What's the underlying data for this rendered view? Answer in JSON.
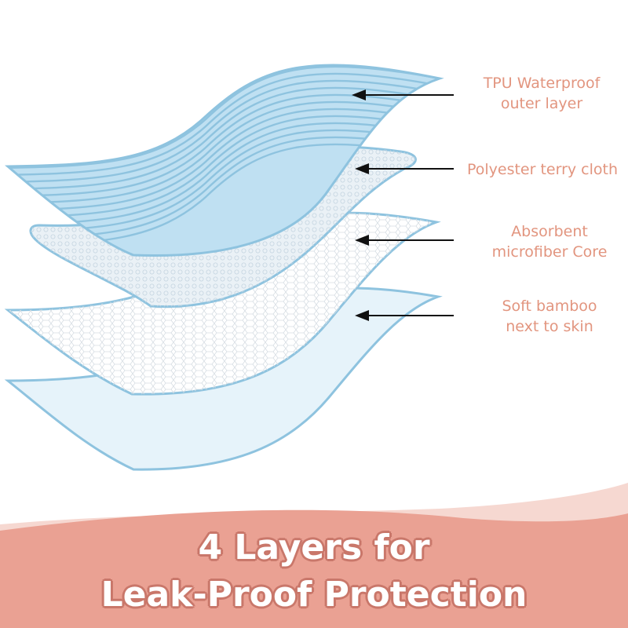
{
  "layers": [
    {
      "id": "tpu",
      "lines": [
        "TPU Waterproof",
        "outer layer"
      ]
    },
    {
      "id": "poly",
      "lines": [
        "Polyester terry cloth"
      ]
    },
    {
      "id": "core",
      "lines": [
        "Absorbent",
        "microfiber Core"
      ]
    },
    {
      "id": "bamboo",
      "lines": [
        "Soft bamboo",
        "next to skin"
      ]
    }
  ],
  "headline": {
    "line1": "4 Layers for",
    "line2": "Leak-Proof Protection"
  },
  "colors": {
    "label_text": "#e2957f",
    "banner_main": "#eaa193",
    "banner_light": "#f6d8d1",
    "layer_outline": "#8ec3df",
    "tpu_fill": "#bfe0f2",
    "bamboo_fill": "#e6f3fa",
    "arrow": "#111111"
  }
}
